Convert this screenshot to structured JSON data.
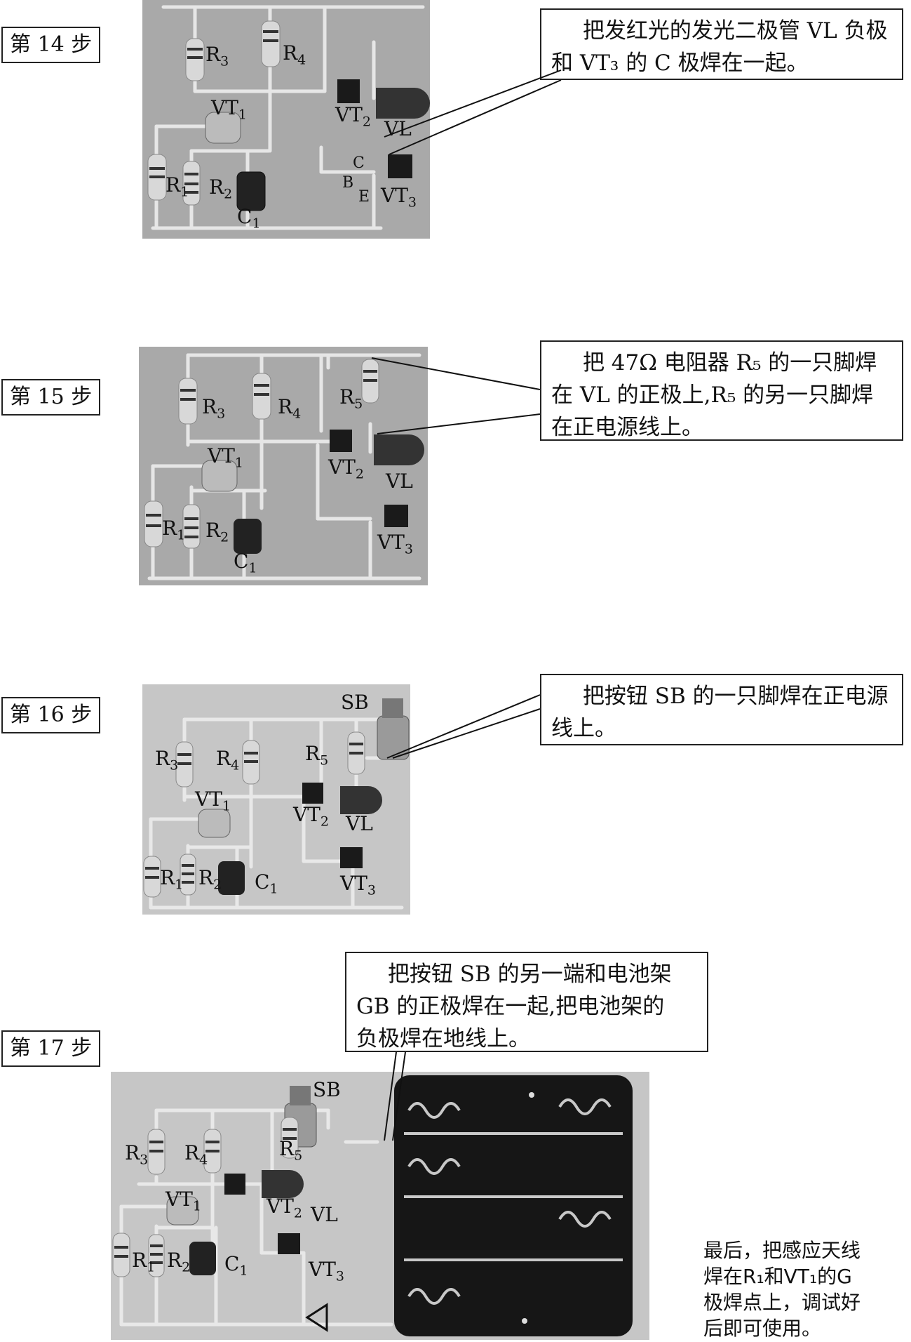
{
  "steps": [
    {
      "label": "第 14 步",
      "callout_lines": [
        "把发红光的发光二极管 VL 负极",
        "和 VT₃ 的 C 极焊在一起。"
      ],
      "components": {
        "r3": "R",
        "r3_sub": "3",
        "r4": "R",
        "r4_sub": "4",
        "vt1": "VT",
        "vt1_sub": "1",
        "vt2": "VT",
        "vt2_sub": "2",
        "vl": "VL",
        "r1": "R",
        "r1_sub": "1",
        "r2": "R",
        "r2_sub": "2",
        "c1": "C",
        "c1_sub": "1",
        "pin_c": "C",
        "pin_b": "B",
        "pin_e": "E",
        "vt3": "VT",
        "vt3_sub": "3"
      }
    },
    {
      "label": "第 15 步",
      "callout_lines": [
        "把 47Ω 电阻器 R₅ 的一只脚焊",
        "在 VL 的正极上,R₅ 的另一只脚焊",
        "在正电源线上。"
      ],
      "components": {
        "r3": "R",
        "r3_sub": "3",
        "r4": "R",
        "r4_sub": "4",
        "r5": "R",
        "r5_sub": "5",
        "vt1": "VT",
        "vt1_sub": "1",
        "vt2": "VT",
        "vt2_sub": "2",
        "vl": "VL",
        "r1": "R",
        "r1_sub": "1",
        "r2": "R",
        "r2_sub": "2",
        "c1": "C",
        "c1_sub": "1",
        "vt3": "VT",
        "vt3_sub": "3"
      }
    },
    {
      "label": "第 16 步",
      "callout_lines": [
        "把按钮 SB 的一只脚焊在正电源",
        "线上。"
      ],
      "components": {
        "sb": "SB",
        "r3": "R",
        "r3_sub": "3",
        "r4": "R",
        "r4_sub": "4",
        "r5": "R",
        "r5_sub": "5",
        "vt1": "VT",
        "vt1_sub": "1",
        "vt2": "VT",
        "vt2_sub": "2",
        "vl": "VL",
        "r1": "R",
        "r1_sub": "1",
        "r2": "R",
        "r2_sub": "2",
        "c1": "C",
        "c1_sub": "1",
        "vt3": "VT",
        "vt3_sub": "3"
      }
    },
    {
      "label": "第 17 步",
      "callout_lines": [
        "把按钮 SB 的另一端和电池架",
        "GB 的正极焊在一起,把电池架的",
        "负极焊在地线上。"
      ],
      "components": {
        "sb": "SB",
        "r3": "R",
        "r3_sub": "3",
        "r4": "R",
        "r4_sub": "4",
        "r5": "R",
        "r5_sub": "5",
        "vt1": "VT",
        "vt1_sub": "1",
        "vt2": "VT",
        "vt2_sub": "2",
        "vl": "VL",
        "r1": "R",
        "r1_sub": "1",
        "r2": "R",
        "r2_sub": "2",
        "c1": "C",
        "c1_sub": "1",
        "vt3": "VT",
        "vt3_sub": "3"
      }
    }
  ],
  "final_note_lines": [
    "最后，把感应天线",
    "焊在R₁和VT₁的G",
    "极焊点上，调试好",
    "后即可使用。"
  ],
  "colors": {
    "photo_bg": "#a9a9a9",
    "photo_bg_light": "#c6c6c6",
    "wire": "#e4e4e4",
    "border": "#222222"
  }
}
